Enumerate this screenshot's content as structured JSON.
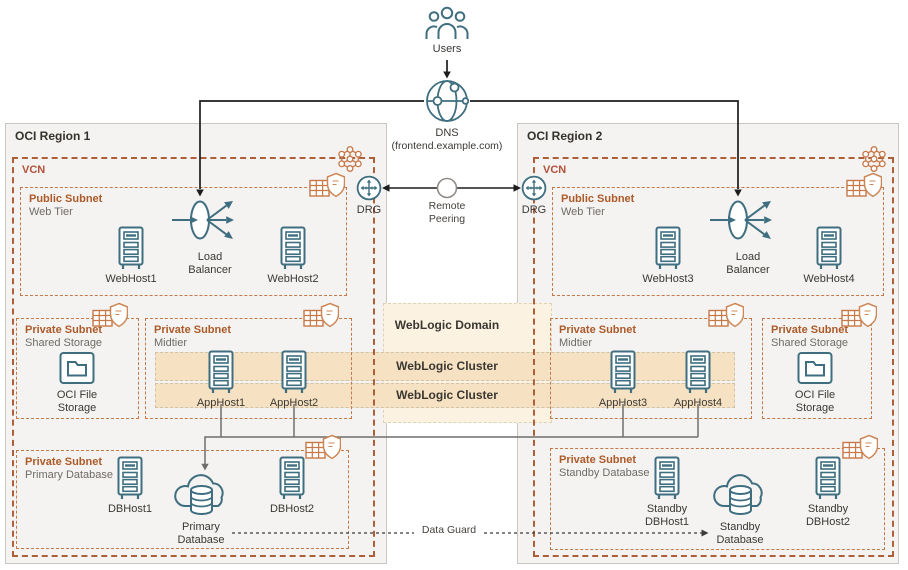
{
  "top": {
    "users": "Users",
    "dns": "DNS",
    "dns_domain": "(frontend.example.com)",
    "remote_peering": "Remote Peering",
    "data_guard": "Data Guard"
  },
  "weblogic": {
    "domain": "WebLogic Domain",
    "cluster_top": "WebLogic Cluster",
    "cluster_bottom": "WebLogic Cluster"
  },
  "region1": {
    "title": "OCI Region 1",
    "vcn": "VCN",
    "drg": "DRG",
    "public_subnet": {
      "title": "Public Subnet",
      "tier": "Web Tier",
      "webhost1": "WebHost1",
      "load_balancer": "Load Balancer",
      "webhost2": "WebHost2"
    },
    "storage_subnet": {
      "title": "Private Subnet",
      "tier": "Shared Storage",
      "file_storage": "OCI File Storage"
    },
    "midtier_subnet": {
      "title": "Private Subnet",
      "tier": "Midtier",
      "apphost1": "AppHost1",
      "apphost2": "AppHost2"
    },
    "db_subnet": {
      "title": "Private Subnet",
      "tier": "Primary Database",
      "dbhost1": "DBHost1",
      "database": "Primary Database",
      "dbhost2": "DBHost2"
    }
  },
  "region2": {
    "title": "OCI Region 2",
    "vcn": "VCN",
    "drg": "DRG",
    "public_subnet": {
      "title": "Public Subnet",
      "tier": "Web Tier",
      "webhost3": "WebHost3",
      "load_balancer": "Load Balancer",
      "webhost4": "WebHost4"
    },
    "midtier_subnet": {
      "title": "Private Subnet",
      "tier": "Midtier",
      "apphost3": "AppHost3",
      "apphost4": "AppHost4"
    },
    "storage_subnet": {
      "title": "Private Subnet",
      "tier": "Shared Storage",
      "file_storage": "OCI File Storage"
    },
    "db_subnet": {
      "title": "Private Subnet",
      "tier": "Standby Database",
      "standby_dbhost1": "Standby DBHost1",
      "database": "Standby Database",
      "standby_dbhost2": "Standby DBHost2"
    }
  },
  "icons": {
    "users-icon": "three user silhouettes",
    "dns-icon": "globe with network nodes",
    "drg-icon": "dynamic routing gateway circle with cross arrows",
    "remote-peering-icon": "peering connector circle",
    "load-balancer-icon": "ellipse with fan-out arrows",
    "server-icon": "tower server host",
    "database-cloud-icon": "database cylinder in cloud",
    "file-storage-icon": "folder window",
    "security-list-icon": "route table with shield",
    "vcn-icon": "hexagon network cluster"
  },
  "colors": {
    "region_bg": "#f4f3f1",
    "vcn_border": "#ad5f38",
    "subnet_border": "#c4794a",
    "subnet_title": "#ad5a28",
    "vcn_label": "#b3503a",
    "teal_icon": "#3e6e7f",
    "orange_icon": "#c67848",
    "domain_band": "#fbf2e1",
    "cluster_band": "#f6e2c2",
    "line_gray": "#6e6e6e",
    "text_dark": "#3b3834"
  }
}
